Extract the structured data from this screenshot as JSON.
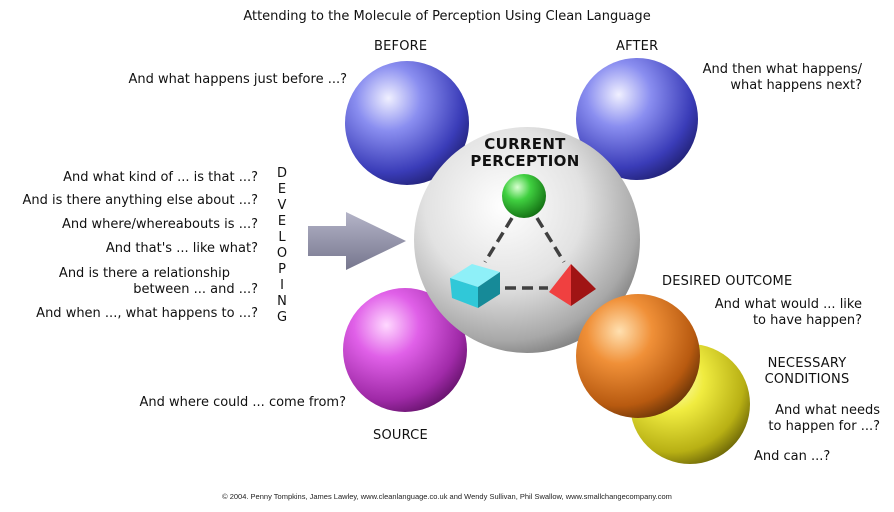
{
  "title": "Attending to the Molecule of Perception Using Clean Language",
  "labels": {
    "before": "BEFORE",
    "after": "AFTER",
    "current_line1": "CURRENT",
    "current_line2": "PERCEPTION",
    "desired": "DESIRED OUTCOME",
    "necessary_line1": "NECESSARY",
    "necessary_line2": "CONDITIONS",
    "source": "SOURCE",
    "developing": [
      "D",
      "E",
      "V",
      "E",
      "L",
      "O",
      "P",
      "I",
      "N",
      "G"
    ]
  },
  "questions": {
    "before": "And what happens just before ...?",
    "after_line1": "And then what happens/",
    "after_line2": "what happens next?",
    "developing": [
      "And what kind of ... is that ...?",
      "And is there anything else about ...?",
      "And where/whereabouts is ...?",
      "And that's ... like what?",
      "And is there a relationship",
      "between ... and ...?",
      "And when ..., what happens to ...?"
    ],
    "desired_line1": "And what would ... like",
    "desired_line2": "to have happen?",
    "necessary_line1": "And what needs",
    "necessary_line2": "to happen for ...?",
    "necessary_line3": "And can ...?",
    "source": "And where could ... come from?"
  },
  "copyright": "© 2004. Penny Tompkins, James Lawley, www.cleanlanguage.co.uk and Wendy Sullivan, Phil Swallow, www.smallchangecompany.com",
  "colors": {
    "before": "#4a4fd0",
    "after": "#4a4fd0",
    "current": "#cfcfcf",
    "source": "#c03ac8",
    "desired": "#e07a20",
    "necessary": "#e5e020",
    "arrow": "#8e8ea6",
    "green": "#22b822",
    "cyan": "#30c8d8",
    "red": "#e02020"
  }
}
